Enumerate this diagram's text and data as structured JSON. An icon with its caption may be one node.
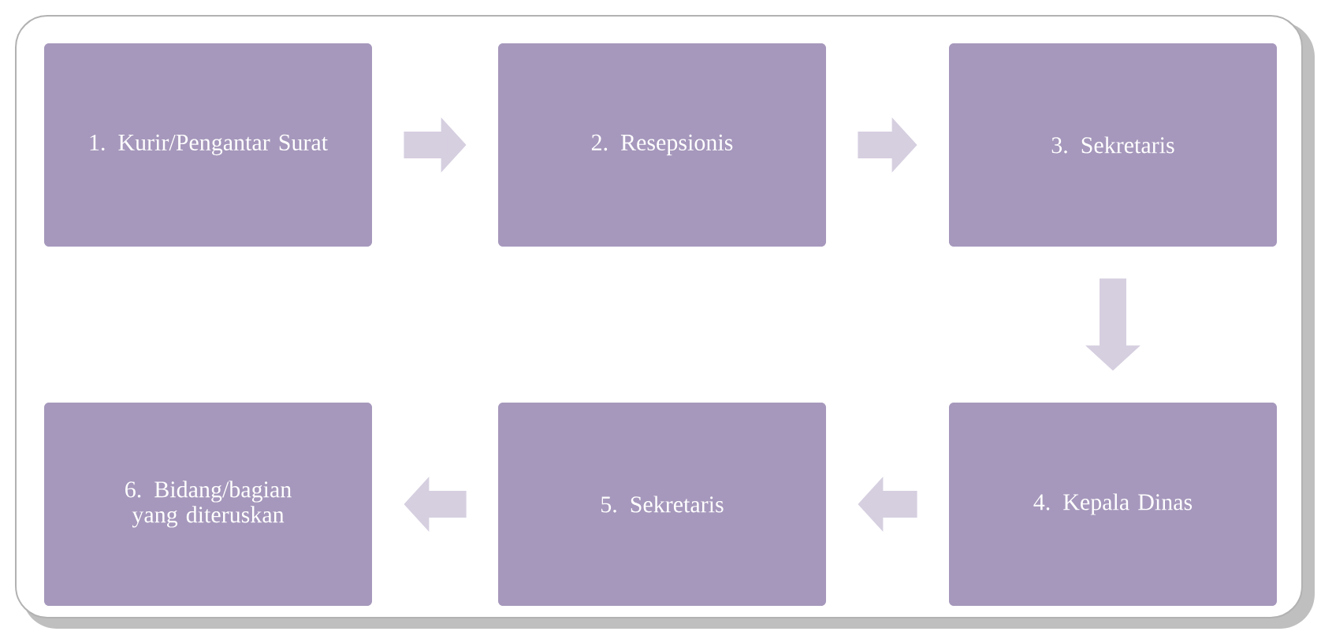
{
  "diagram": {
    "nodes": [
      {
        "text": [
          "1. Kurir/Pengantar Surat"
        ]
      },
      {
        "text": [
          "2. Resepsionis"
        ]
      },
      {
        "text": [
          "3. Sekretaris"
        ]
      },
      {
        "text": [
          "4. Kepala Dinas"
        ]
      },
      {
        "text": [
          "5. Sekretaris"
        ]
      },
      {
        "text": [
          "6. Bidang/bagian yang diteruskan"
        ]
      }
    ],
    "edges": [
      {
        "from": 0,
        "to": 1,
        "arrow": "to"
      },
      {
        "from": 1,
        "to": 2,
        "arrow": "to"
      },
      {
        "from": 2,
        "to": 3,
        "arrow": "to"
      },
      {
        "from": 3,
        "to": 4,
        "arrow": "to"
      },
      {
        "from": 4,
        "to": 5,
        "arrow": "to"
      }
    ]
  }
}
